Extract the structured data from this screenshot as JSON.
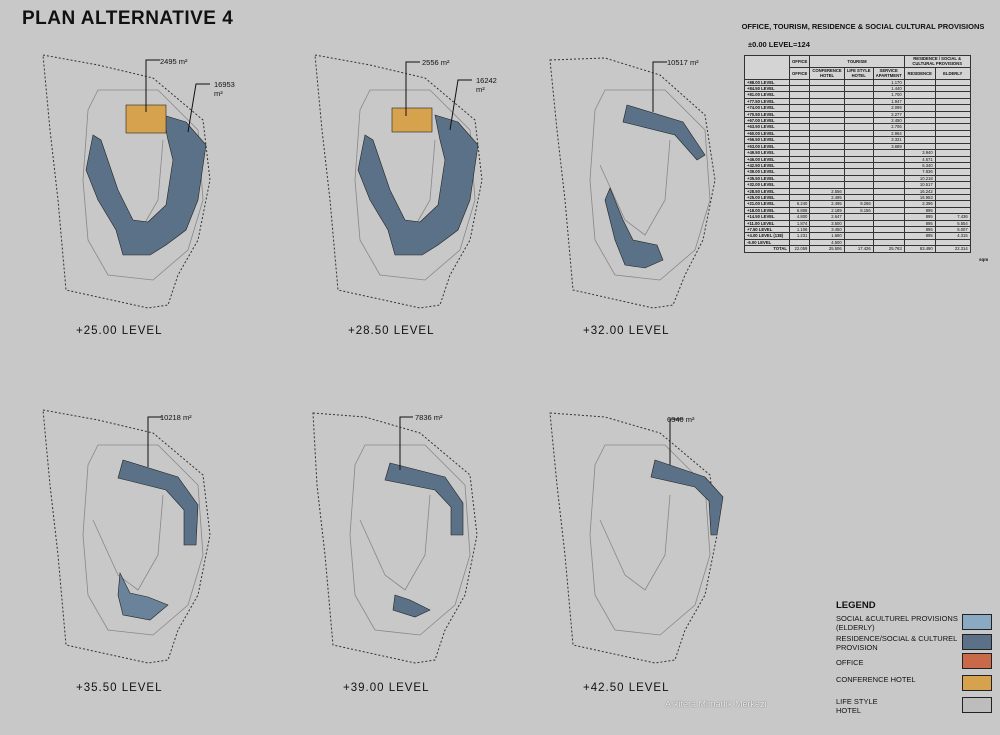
{
  "title": "PLAN ALTERNATIVE 4",
  "colors": {
    "residence": "#5b7187",
    "conference": "#d6a24e",
    "social_elderly": "#8aaac4",
    "office": "#c86a4a"
  },
  "plans": [
    {
      "level": "+25.00  LEVEL",
      "areas": [
        "2495 m²",
        "16953 m²"
      ]
    },
    {
      "level": "+28.50  LEVEL",
      "areas": [
        "2556 m²",
        "16242 m²"
      ]
    },
    {
      "level": "+32.00  LEVEL",
      "areas": [
        "10517 m²"
      ]
    },
    {
      "level": "+35.50  LEVEL",
      "areas": [
        "10218 m²"
      ]
    },
    {
      "level": "+39.00  LEVEL",
      "areas": [
        "7836 m²"
      ]
    },
    {
      "level": "+42.50  LEVEL",
      "areas": [
        "6340 m²"
      ]
    }
  ],
  "table": {
    "title": "OFFICE, TOURISM, RESIDENCE & SOCIAL CULTURAL PROVISIONS",
    "zero_level": "±0.00 LEVEL=124",
    "group_headers": {
      "office": "OFFICE",
      "tourism": "TOURISM",
      "residence": "RESIDENCE / SOCIAL & CULTURAL PROVISIONS"
    },
    "columns": [
      "OFFICE",
      "CONFERENCE HOTEL",
      "LIFE STYLE HOTEL",
      "SERVICE APARTMENT",
      "RESIDENCE",
      "ELDERLY"
    ],
    "rows": [
      [
        "+88.00 LEVEL",
        "",
        "",
        "",
        "1.170",
        "",
        ""
      ],
      [
        "+84.50 LEVEL",
        "",
        "",
        "",
        "1.440",
        "",
        ""
      ],
      [
        "+81.00 LEVEL",
        "",
        "",
        "",
        "1.700",
        "",
        ""
      ],
      [
        "+77.50 LEVEL",
        "",
        "",
        "",
        "1.947",
        "",
        ""
      ],
      [
        "+74.00 LEVEL",
        "",
        "",
        "",
        "2.099",
        "",
        ""
      ],
      [
        "+70.50 LEVEL",
        "",
        "",
        "",
        "2.277",
        "",
        ""
      ],
      [
        "+67.00 LEVEL",
        "",
        "",
        "",
        "2.450",
        "",
        ""
      ],
      [
        "+63.50 LEVEL",
        "",
        "",
        "",
        "2.706",
        "",
        ""
      ],
      [
        "+60.00 LEVEL",
        "",
        "",
        "",
        "2.964",
        "",
        ""
      ],
      [
        "+56.50 LEVEL",
        "",
        "",
        "",
        "3.321",
        "",
        ""
      ],
      [
        "+53.00 LEVEL",
        "",
        "",
        "",
        "3.689",
        "",
        ""
      ],
      [
        "+49.50 LEVEL",
        "",
        "",
        "",
        "",
        "3.940",
        ""
      ],
      [
        "+46.00 LEVEL",
        "",
        "",
        "",
        "",
        "4.571",
        ""
      ],
      [
        "+42.50 LEVEL",
        "",
        "",
        "",
        "",
        "6.340",
        ""
      ],
      [
        "+39.00 LEVEL",
        "",
        "",
        "",
        "",
        "7.836",
        ""
      ],
      [
        "+35.50 LEVEL",
        "",
        "",
        "",
        "",
        "10.218",
        ""
      ],
      [
        "+32.00 LEVEL",
        "",
        "",
        "",
        "",
        "10.517",
        ""
      ],
      [
        "+28.50 LEVEL",
        "",
        "2.556",
        "",
        "",
        "16.242",
        ""
      ],
      [
        "+25.00 LEVEL",
        "",
        "2.495",
        "",
        "",
        "16.953",
        ""
      ],
      [
        "+21.00 LEVEL",
        "6.240",
        "2.495",
        "9.266",
        "",
        "2.396",
        ""
      ],
      [
        "+18.00 LEVEL",
        "6.808",
        "2.189",
        "8.156",
        "",
        "895",
        ""
      ],
      [
        "+14.50 LEVEL",
        "4.800",
        "2.647",
        "",
        "",
        "895",
        "7.436"
      ],
      [
        "+11.00 LEVEL",
        "1.874",
        "3.500",
        "",
        "",
        "895",
        "5.554"
      ],
      [
        "+7.50 LEVEL",
        "1.106",
        "3.450",
        "",
        "",
        "895",
        "5.007"
      ],
      [
        "+4.00 LEVEL (138)",
        "1.231",
        "1.660",
        "",
        "",
        "895",
        "4.315"
      ],
      [
        "-6.00 LEVEL",
        "",
        "4.500",
        "",
        "",
        "",
        ""
      ]
    ],
    "total_label": "TOTAL",
    "totals": [
      "22.059",
      "25.506",
      "17.426",
      "25.763",
      "83.490",
      "22.314"
    ],
    "unit": "sqm"
  },
  "legend": {
    "title": "LEGEND",
    "items": [
      {
        "label": "SOCIAL &CULTUREL PROVISIONS (ELDERLY)",
        "color": "#8aaac4"
      },
      {
        "label": "RESIDENCE/SOCIAL & CULTUREL PROVISION",
        "color": "#5b7187"
      },
      {
        "label": "OFFICE",
        "color": "#c86a4a"
      },
      {
        "label": "CONFERENCE HOTEL",
        "color": "#d6a24e"
      },
      {
        "label": "LIFE STYLE HOTEL",
        "color": "#bdbdbd"
      }
    ]
  },
  "watermark": "Arkitera Mimarlık Merkezi"
}
